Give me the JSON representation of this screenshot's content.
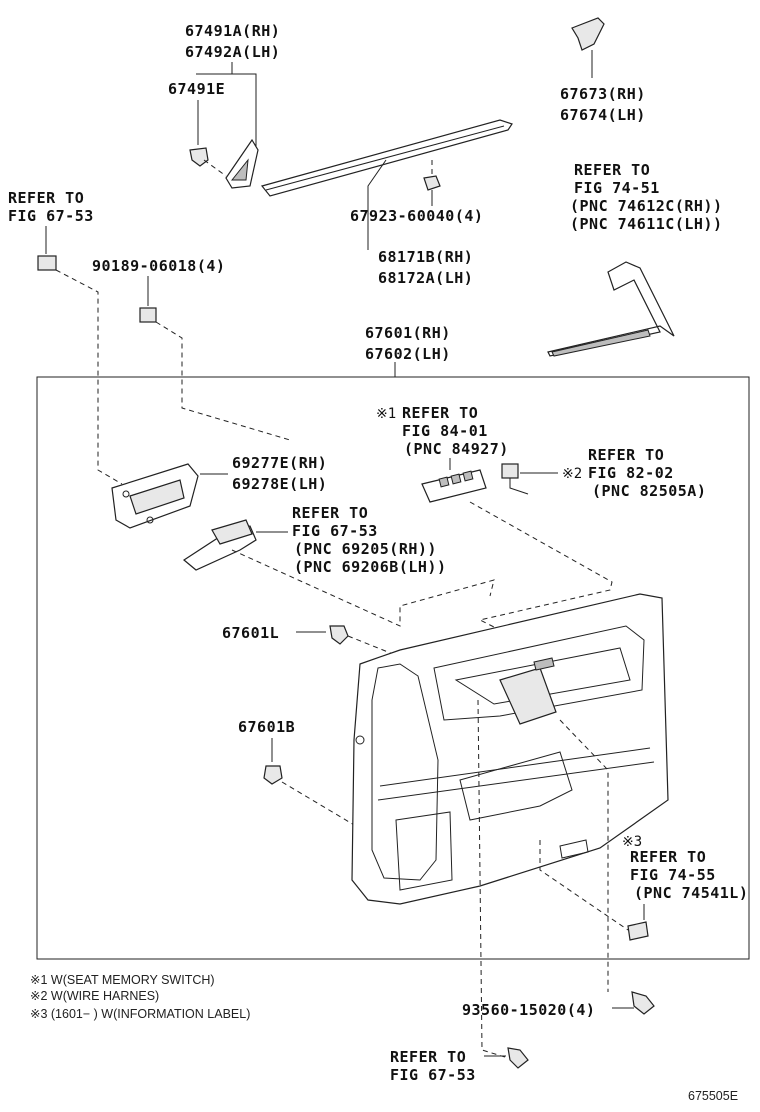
{
  "labels": {
    "p67491a": "67491A(RH)",
    "p67492a": "67492A(LH)",
    "p67491e": "67491E",
    "p67673": "67673(RH)",
    "p67674": "67674(LH)",
    "ref_a_1": "REFER TO",
    "ref_a_2": "FIG 67-53",
    "p90189": "90189-06018(4)",
    "p67923": "67923-60040(4)",
    "p68171b": "68171B(RH)",
    "p68172a": "68172A(LH)",
    "ref_b_1": "REFER TO",
    "ref_b_2": "FIG 74-51",
    "ref_b_3": "(PNC 74612C(RH))",
    "ref_b_4": "(PNC 74611C(LH))",
    "p67601": "67601(RH)",
    "p67602": "67602(LH)",
    "ref_c_mark": "※1",
    "ref_c_1": "REFER TO",
    "ref_c_2": "FIG 84-01",
    "ref_c_3": "(PNC 84927)",
    "ref_d_mark": "※2",
    "ref_d_1": "REFER TO",
    "ref_d_2": "FIG 82-02",
    "ref_d_3": "(PNC 82505A)",
    "p69277e": "69277E(RH)",
    "p69278e": "69278E(LH)",
    "ref_e_1": "REFER TO",
    "ref_e_2": "FIG 67-53",
    "ref_e_3": "(PNC 69205(RH))",
    "ref_e_4": "(PNC 69206B(LH))",
    "p67601l": "67601L",
    "p67601b": "67601B",
    "ref_f_mark": "※3",
    "ref_f_1": "REFER TO",
    "ref_f_2": "FIG 74-55",
    "ref_f_3": "(PNC 74541L)",
    "p93560": "93560-15020(4)",
    "ref_g_1": "REFER TO",
    "ref_g_2": "FIG 67-53"
  },
  "notes": [
    "※1 W(SEAT MEMORY SWITCH)",
    "※2 W(WIRE HARNES)",
    "※3 (1601−        ) W(INFORMATION LABEL)"
  ],
  "diagram_id": "675505E"
}
